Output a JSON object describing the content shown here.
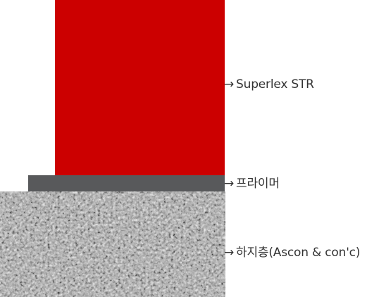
{
  "layers": [
    {
      "id": "top",
      "label": "Superlex STR",
      "color": "#cc0000"
    },
    {
      "id": "mid",
      "label": "프라이머",
      "color": "#58595b"
    },
    {
      "id": "bot",
      "label": "하지층(Ascon & con'c)",
      "color": "#a4a4a4"
    }
  ],
  "arrow_glyph": "→"
}
